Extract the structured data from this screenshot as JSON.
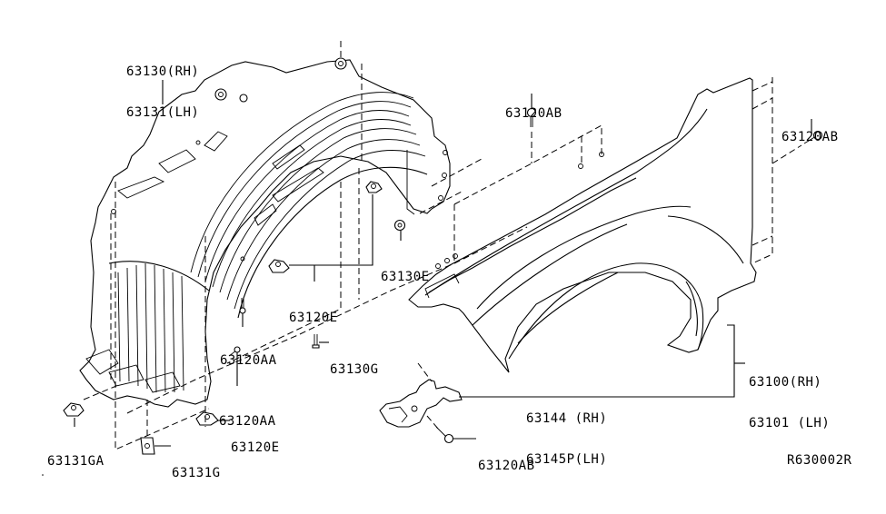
{
  "diagram": {
    "title": "Front Fender & Fitting",
    "reference_code": "R630002R",
    "callouts": [
      {
        "id": "fender-protector",
        "lines": [
          "63130(RH)",
          "63131(LH)"
        ]
      },
      {
        "id": "clip-top",
        "lines": [
          "63120AB"
        ]
      },
      {
        "id": "clip-right",
        "lines": [
          "63120AB"
        ]
      },
      {
        "id": "grommet-e",
        "lines": [
          "63130E"
        ]
      },
      {
        "id": "clip-e-upper",
        "lines": [
          "63120E"
        ]
      },
      {
        "id": "screw-aa-upper",
        "lines": [
          "63120AA"
        ]
      },
      {
        "id": "screw-g",
        "lines": [
          "63130G"
        ]
      },
      {
        "id": "screw-aa-lower",
        "lines": [
          "63120AA"
        ]
      },
      {
        "id": "clip-e-lower",
        "lines": [
          "63120E"
        ]
      },
      {
        "id": "clip-ga",
        "lines": [
          "63131GA"
        ]
      },
      {
        "id": "clip-g",
        "lines": [
          "63131G"
        ]
      },
      {
        "id": "fender",
        "lines": [
          "63100(RH)",
          "63101 (LH)"
        ]
      },
      {
        "id": "bracket",
        "lines": [
          "63144 (RH)",
          "63145P(LH)"
        ]
      },
      {
        "id": "bolt-bottom",
        "lines": [
          "63120AB"
        ]
      }
    ]
  }
}
